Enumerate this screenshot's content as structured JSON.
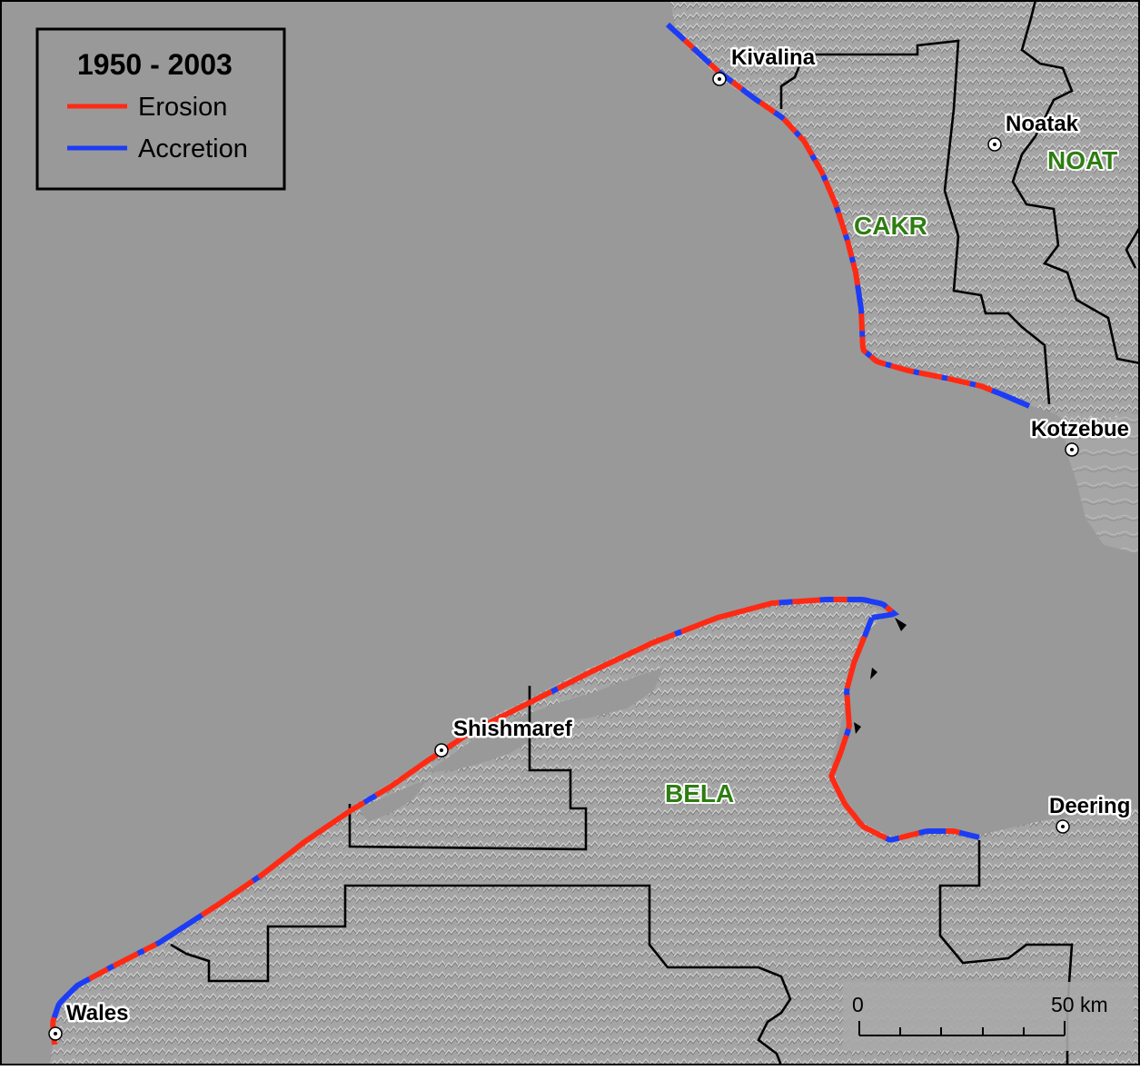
{
  "legend": {
    "title": "1950 - 2003",
    "items": [
      {
        "label": "Erosion",
        "color": "#ff2a14"
      },
      {
        "label": "Accretion",
        "color": "#1c3cf5"
      }
    ]
  },
  "towns": [
    {
      "id": "kivalina",
      "label": "Kivalina"
    },
    {
      "id": "noatak",
      "label": "Noatak"
    },
    {
      "id": "kotzebue",
      "label": "Kotzebue"
    },
    {
      "id": "shishmaref",
      "label": "Shishmaref"
    },
    {
      "id": "deering",
      "label": "Deering"
    },
    {
      "id": "wales",
      "label": "Wales"
    }
  ],
  "parks": [
    {
      "id": "cakr",
      "label": "CAKR"
    },
    {
      "id": "noat",
      "label": "NOAT"
    },
    {
      "id": "bela",
      "label": "BELA"
    }
  ],
  "scale_bar": {
    "start_label": "0",
    "end_label": "50 km"
  },
  "colors": {
    "water": "#999999",
    "land": "#a3a3a3",
    "boundary": "#000000",
    "park_label": "#2e7d12"
  }
}
